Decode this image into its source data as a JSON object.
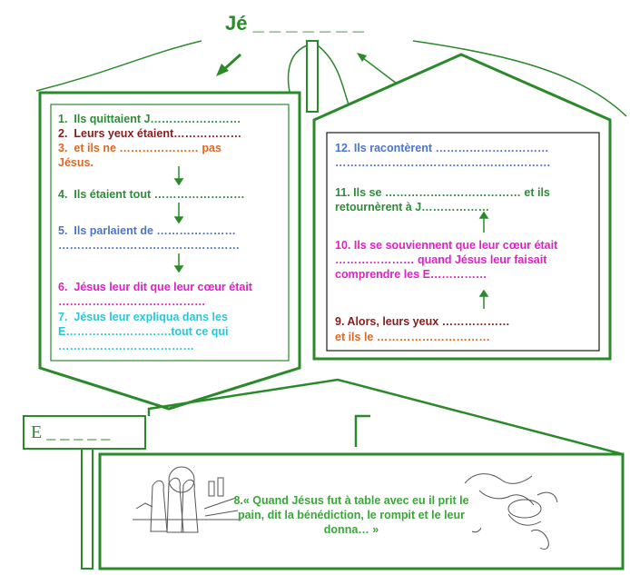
{
  "title": {
    "text": "Jé _ _ _ _ _ _ _"
  },
  "left_panel": {
    "items": [
      {
        "num": "1.",
        "text": "Ils quittaient J……………………",
        "color": "#2e8b3a"
      },
      {
        "num": "2.",
        "text": "Leurs yeux étaient………………",
        "color": "#8b1a1a"
      },
      {
        "num": "3.",
        "text": "et ils ne ………………… pas Jésus.",
        "color": "#e0671f"
      },
      {
        "num": "4.",
        "text": "Ils étaient tout ……………………",
        "color": "#2e8b3a"
      },
      {
        "num": "5.",
        "text": "Ils parlaient de ………………… …………………………………………",
        "color": "#4a74d0"
      },
      {
        "num": "6.",
        "text": "Jésus leur dit que leur cœur était …………………………………",
        "color": "#e020c8"
      },
      {
        "num": "7.",
        "text": "Jésus leur expliqua dans les E……………………….tout ce qui ………………………………",
        "color": "#29c6dc"
      }
    ]
  },
  "right_panel": {
    "items": [
      {
        "text": "12. Ils racontèrent ………………………… …………………………………………………",
        "color": "#4a74d0"
      },
      {
        "text": "11. Ils se ……………………………… et ils retournèrent à J………………",
        "color": "#2e8b3a"
      },
      {
        "text": "10. Ils se souviennent que leur cœur était ………………… quand Jésus leur faisait comprendre les E……………",
        "color": "#e020c8"
      },
      {
        "text": "9. Alors, leurs yeux ………………",
        "color": "#8b1a1a"
      },
      {
        "text": "et ils le …………………………",
        "color": "#e0671f"
      }
    ]
  },
  "bottom_label": {
    "text": "E _ _ _ _ _"
  },
  "bottom_quote": {
    "text": "8.« Quand Jésus fut à table avec eu il prit le pain, dit la bénédiction, le rompit et le leur donna… »"
  },
  "colors": {
    "frame": "#2a8a2a",
    "arrow": "#2a8a2a"
  }
}
